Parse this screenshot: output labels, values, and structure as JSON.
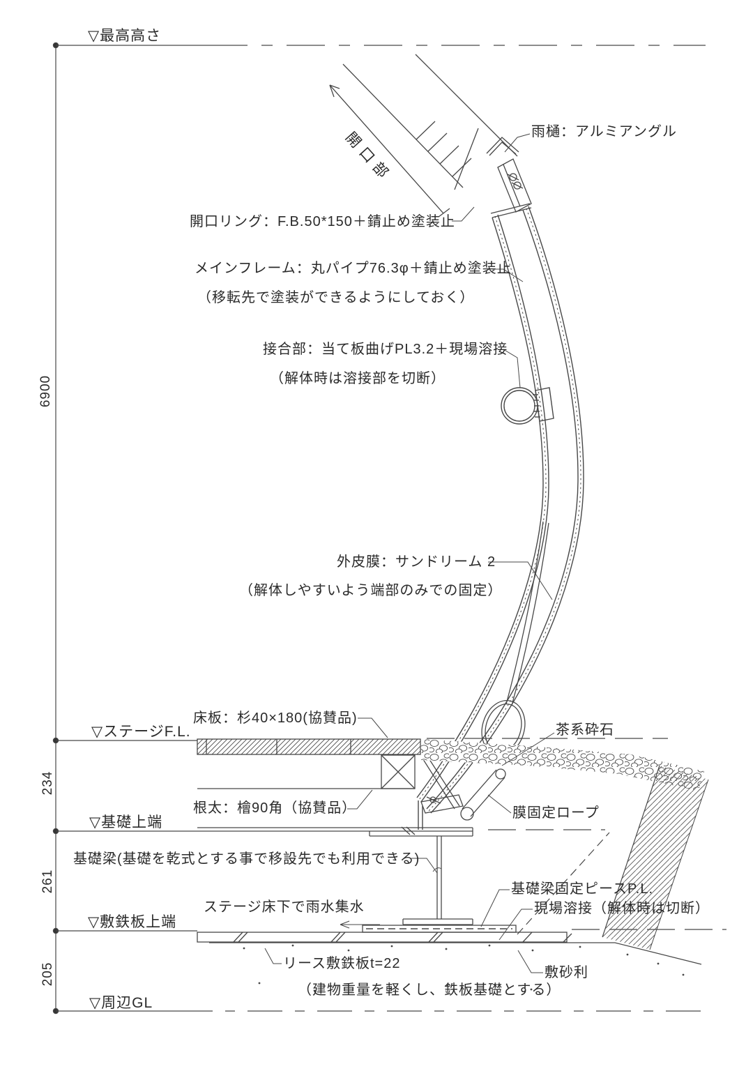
{
  "colors": {
    "line": "#474747",
    "text": "#2a2a2a",
    "background": "#ffffff"
  },
  "levels": {
    "highest": "▽最高高さ",
    "stage_fl": "▽ステージF.L.",
    "foundation_top": "▽基礎上端",
    "plate_top": "▽敷鉄板上端",
    "ground": "▽周辺GL"
  },
  "dimensions": {
    "overall": "6900",
    "fl_to_foundation": "234",
    "foundation_to_plate": "261",
    "plate_to_gl": "205"
  },
  "annotations": {
    "rain_gutter": "雨樋：アルミアングル",
    "opening": "開口部",
    "opening_ring": "開口リング：F.B.50*150＋錆止め塗装止",
    "main_frame": "メインフレーム：丸パイプ76.3φ＋錆止め塗装止",
    "main_frame_note": "（移転先で塗装ができるようにしておく）",
    "joint": "接合部：当て板曲げPL3.2＋現場溶接",
    "joint_note": "（解体時は溶接部を切断）",
    "outer_membrane": "外皮膜：サンドリーム 2",
    "outer_membrane_note": "（解体しやすいよう端部のみでの固定）",
    "floor_board": "床板：杉40×180(協賛品)",
    "brown_gravel": "茶系砕石",
    "joist": "根太：檜90角（協賛品）",
    "membrane_rope": "膜固定ロープ",
    "foundation_beam": "基礎梁(基礎を乾式とする事で移設先でも利用できる)",
    "rainwater": "ステージ床下で雨水集水",
    "fixing_piece": "基礎梁固定ピースP.L.",
    "field_weld": "現場溶接（解体時は切断）",
    "lease_plate": "リース敷鉄板t=22",
    "laid_gravel": "敷砂利",
    "bottom_note": "（建物重量を軽くし、鉄板基礎とする）"
  }
}
